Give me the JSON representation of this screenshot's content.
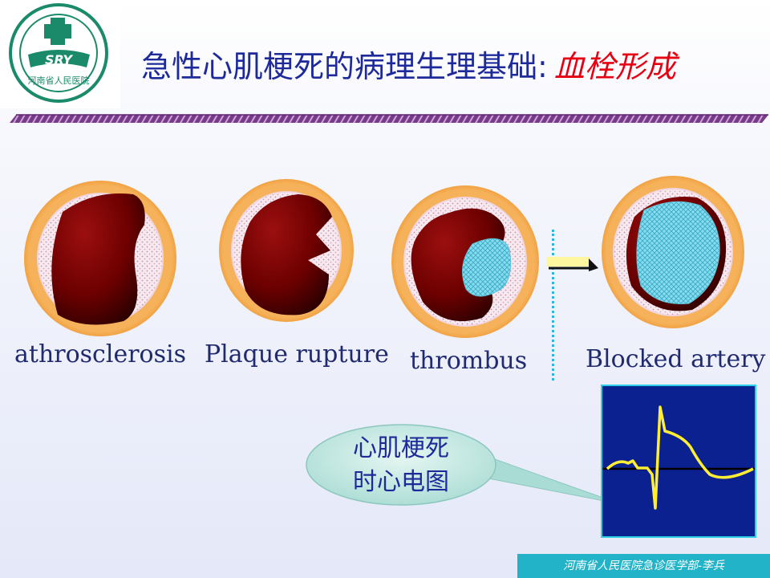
{
  "header": {
    "logo_initials": "SRY",
    "logo_text": "河南省人民医院",
    "title_main": "急性心肌梗死的病理生理基础:",
    "title_accent": "血栓形成"
  },
  "stages": [
    {
      "label": "athrosclerosis"
    },
    {
      "label": "Plaque rupture"
    },
    {
      "label": "thrombus"
    },
    {
      "label": "Blocked artery"
    }
  ],
  "callout": {
    "line1": "心肌梗死",
    "line2": "时心电图"
  },
  "footer": {
    "text": "河南省人民医院急诊医学部-李兵"
  },
  "colors": {
    "title": "#1e2a9a",
    "accent": "#e60012",
    "vessel_wall": "#f3a440",
    "lumen": "#7a0000",
    "thrombus": "#78d8ec",
    "ecg_bg": "#0c2190",
    "ecg_trace": "#ffee33",
    "footer_bg": "#23b3c8"
  }
}
